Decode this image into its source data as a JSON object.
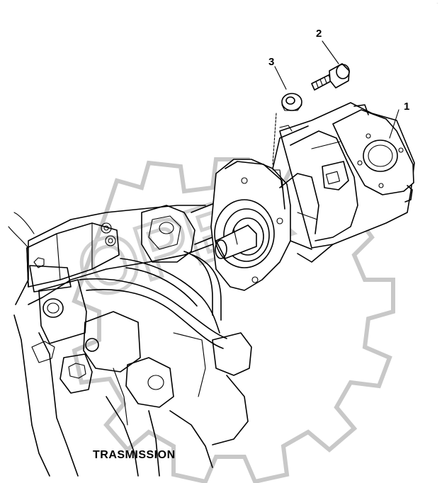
{
  "diagram": {
    "caption": "TRASMISSION",
    "callouts": [
      {
        "id": "1",
        "label": "1"
      },
      {
        "id": "2",
        "label": "2"
      },
      {
        "id": "3",
        "label": "3"
      }
    ],
    "corner_mark": "·"
  }
}
